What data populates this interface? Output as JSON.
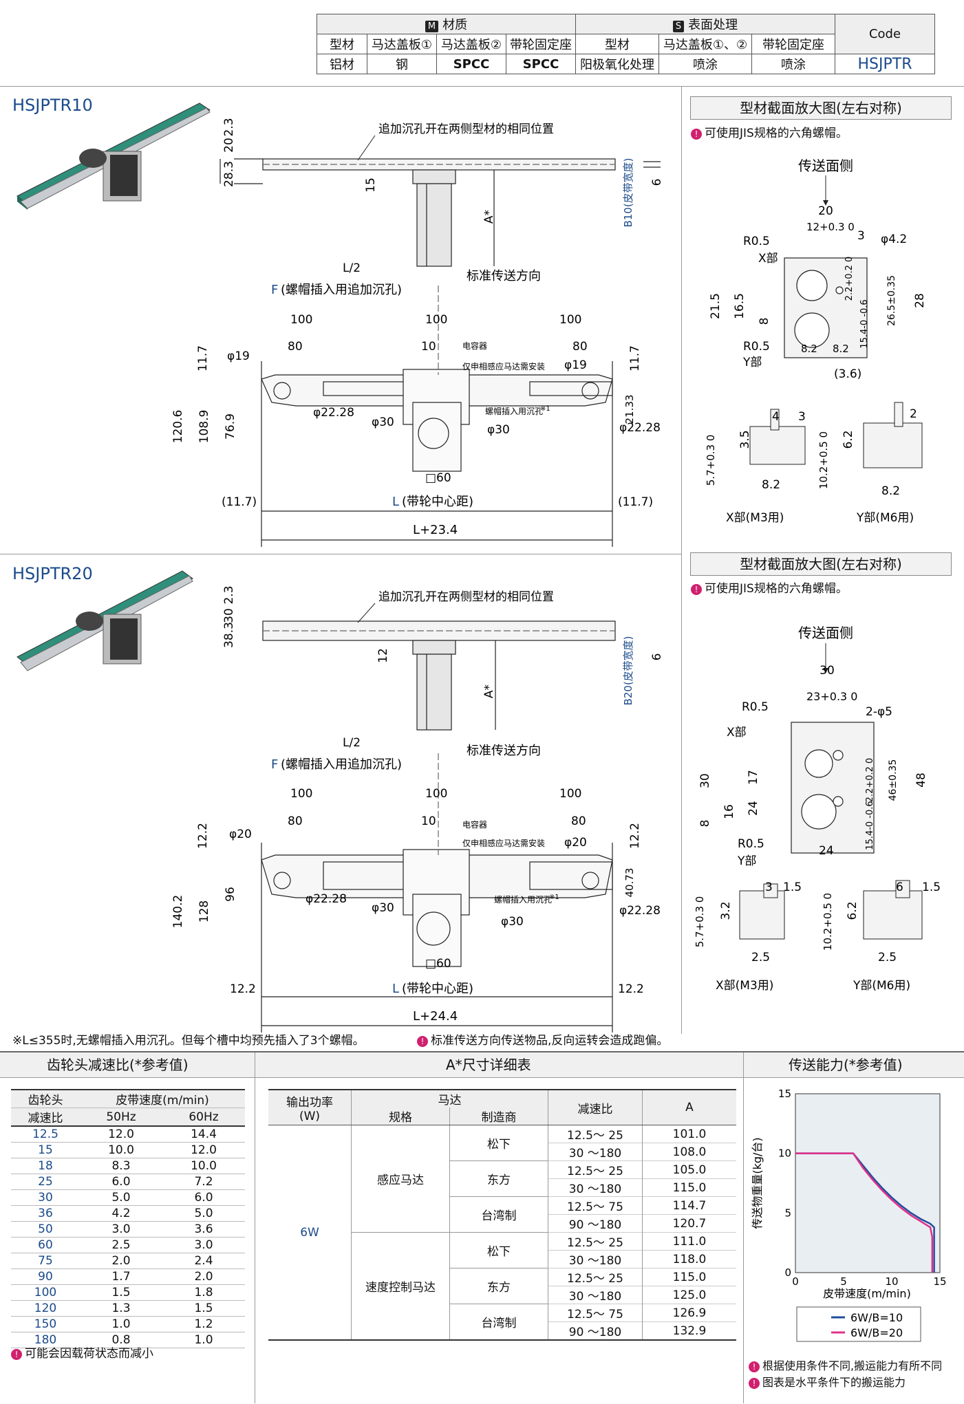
{
  "material_table": {
    "material_header": "材质",
    "surface_header": "表面处理",
    "code_header": "Code",
    "m_badge": "M",
    "s_badge": "S",
    "cols": [
      "型材",
      "马达盖板①",
      "马达盖板②",
      "带轮固定座",
      "型材",
      "马达盖板①、②",
      "带轮固定座"
    ],
    "values": [
      "铝材",
      "钢",
      "SPCC",
      "SPCC",
      "阳极氧化处理",
      "喷涂",
      "喷涂"
    ],
    "code": "HSJPTR"
  },
  "models": {
    "r10": {
      "name": "HSJPTR10",
      "note_top": "追加沉孔开在两侧型材的相同位置",
      "dims_side": [
        "28.3",
        "20",
        "2.3",
        "15",
        "6",
        "A*"
      ],
      "belt_width": "B10(皮带宽度)",
      "half": "L/2",
      "direction": "标准传送方向",
      "f_label": "F",
      "f_text": "(螺帽插入用追加沉孔)",
      "dims_top": [
        "100",
        "100",
        "100",
        "80",
        "10",
        "80"
      ],
      "capacitor": "电容器",
      "capacitor_note": "仅申相感应马达需安装",
      "left_dims": [
        "11.7",
        "φ19",
        "120.6",
        "108.9",
        "76.9"
      ],
      "right_dims": [
        "φ19",
        "11.7",
        "21.33",
        "φ22.28"
      ],
      "hole_note": "螺帽插入用沉孔",
      "hole_sup": "※1",
      "mid_dims": [
        "φ22.28",
        "φ30",
        "φ30",
        "□60"
      ],
      "len_left": "(11.7)",
      "len_right": "(11.7)",
      "l_label": "L",
      "l_text": "(带轮中心距)",
      "total": "L+23.4"
    },
    "r20": {
      "name": "HSJPTR20",
      "note_top": "追加沉孔开在两侧型材的相同位置",
      "dims_side": [
        "38.3",
        "30",
        "2.3",
        "12",
        "6",
        "A*"
      ],
      "belt_width": "B20(皮带宽度)",
      "half": "L/2",
      "direction": "标准传送方向",
      "f_label": "F",
      "f_text": "(螺帽插入用追加沉孔)",
      "dims_top": [
        "100",
        "100",
        "100",
        "80",
        "10",
        "80"
      ],
      "capacitor": "电容器",
      "capacitor_note": "仅申相感应马达需安装",
      "left_dims": [
        "12.2",
        "φ20",
        "140.2",
        "128",
        "96"
      ],
      "right_dims": [
        "φ20",
        "12.2",
        "40.73",
        "φ22.28"
      ],
      "hole_note": "螺帽插入用沉孔",
      "hole_sup": "※1",
      "mid_dims": [
        "φ22.28",
        "φ30",
        "φ30",
        "□60"
      ],
      "len_left": "12.2",
      "len_right": "12.2",
      "l_label": "L",
      "l_text": "(带轮中心距)",
      "total": "L+24.4"
    }
  },
  "section1": {
    "title": "型材截面放大图(左右对称)",
    "note": "可使用JIS规格的六角螺帽。",
    "face": "传送面侧",
    "dims": [
      "20",
      "12+0.3 0",
      "3",
      "φ4.2",
      "R0.5",
      "X部",
      "2.2+0.2 0",
      "26.5±0.35",
      "28",
      "21.5",
      "16.5",
      "8",
      "15.4-0 -0.6",
      "R0.5",
      "Y部",
      "8.2",
      "8.2",
      "(3.6)"
    ],
    "x_dims": [
      "4",
      "3",
      "3.5",
      "5.7+0.3 0",
      "8.2",
      "X部(M3用)"
    ],
    "y_dims": [
      "2",
      "6.2",
      "10.2+0.5 0",
      "8.2",
      "Y部(M6用)"
    ]
  },
  "section2": {
    "title": "型材截面放大图(左右对称)",
    "note": "可使用JIS规格的六角螺帽。",
    "face": "传送面侧",
    "dims": [
      "30",
      "23+0.3 0",
      "R0.5",
      "2-φ5",
      "X部",
      "30",
      "17",
      "2.2+0.2 0",
      "46±0.35",
      "48",
      "8",
      "16",
      "24",
      "15.4-0 -0.6",
      "R0.5",
      "Y部",
      "24"
    ],
    "x_dims": [
      "3",
      "1.5",
      "3.2",
      "5.7+0.3 0",
      "2.5",
      "X部(M3用)"
    ],
    "y_dims": [
      "6",
      "1.5",
      "6.2",
      "10.2+0.5 0",
      "2.5",
      "Y部(M6用)"
    ]
  },
  "footnote": "※L≤355时,无螺帽插入用沉孔。但每个槽中均预先插入了3个螺帽。",
  "footnote2": "标准传送方向传送物品,反向运转会造成跑偏。",
  "gear": {
    "title": "齿轮头减速比(*参考值)",
    "h1": "齿轮头",
    "h1b": "减速比",
    "h2": "皮带速度(m/min)",
    "h3": "50Hz",
    "h4": "60Hz",
    "rows": [
      [
        "12.5",
        "12.0",
        "14.4"
      ],
      [
        "15",
        "10.0",
        "12.0"
      ],
      [
        "18",
        "8.3",
        "10.0"
      ],
      [
        "25",
        "6.0",
        "7.2"
      ],
      [
        "30",
        "5.0",
        "6.0"
      ],
      [
        "36",
        "4.2",
        "5.0"
      ],
      [
        "50",
        "3.0",
        "3.6"
      ],
      [
        "60",
        "2.5",
        "3.0"
      ],
      [
        "75",
        "2.0",
        "2.4"
      ],
      [
        "90",
        "1.7",
        "2.0"
      ],
      [
        "100",
        "1.5",
        "1.8"
      ],
      [
        "120",
        "1.3",
        "1.5"
      ],
      [
        "150",
        "1.0",
        "1.2"
      ],
      [
        "180",
        "0.8",
        "1.0"
      ]
    ],
    "note": "可能会因载荷状态而减小"
  },
  "adim": {
    "title": "A*尺寸详细表",
    "h_power": "输出功率",
    "h_power2": "(W)",
    "h_motor": "马达",
    "h_spec": "规格",
    "h_maker": "制造商",
    "h_ratio": "减速比",
    "h_a": "A",
    "power": "6W",
    "spec1": "感应马达",
    "spec2": "速度控制马达",
    "makers": [
      "松下",
      "东方",
      "台湾制",
      "松下",
      "东方",
      "台湾制"
    ],
    "ratios": [
      "12.5～ 25",
      "30 ～180",
      "12.5～ 25",
      "30 ～180",
      "12.5～ 75",
      "90 ～180",
      "12.5～ 25",
      "30 ～180",
      "12.5～ 25",
      "30 ～180",
      "12.5～ 75",
      "90 ～180"
    ],
    "values": [
      "101.0",
      "108.0",
      "105.0",
      "115.0",
      "114.7",
      "120.7",
      "111.0",
      "118.0",
      "115.0",
      "125.0",
      "126.9",
      "132.9"
    ]
  },
  "chart_title": "传送能力(*参考值)",
  "chart_data": {
    "type": "line",
    "title": "传送能力(*参考值)",
    "xlabel": "皮带速度(m/min)",
    "ylabel": "传送物重量(kg/台)",
    "xlim": [
      0,
      15
    ],
    "ylim": [
      0,
      15
    ],
    "xticks": [
      "0",
      "5",
      "10",
      "15"
    ],
    "yticks": [
      "0",
      "5",
      "10",
      "15"
    ],
    "series": [
      {
        "name": "6W/B=10",
        "color": "#1f4e9c",
        "x": [
          0,
          6,
          7,
          8,
          9,
          10,
          11,
          12,
          13,
          14,
          14.4,
          14.4
        ],
        "y": [
          10,
          10,
          9.0,
          8.0,
          7.1,
          6.3,
          5.6,
          5.0,
          4.5,
          4.1,
          3.8,
          0
        ]
      },
      {
        "name": "6W/B=20",
        "color": "#e0308a",
        "x": [
          0,
          6,
          7,
          8,
          9,
          10,
          11,
          12,
          13,
          14,
          14.2,
          14.2
        ],
        "y": [
          10,
          10,
          8.8,
          7.8,
          6.9,
          6.1,
          5.4,
          4.8,
          4.3,
          3.8,
          3.0,
          0
        ]
      }
    ],
    "legend_position": "bottom-right",
    "grid": false
  },
  "chart_notes": [
    "根据使用条件不同,搬运能力有所不同",
    "图表是水平条件下的搬运能力"
  ]
}
